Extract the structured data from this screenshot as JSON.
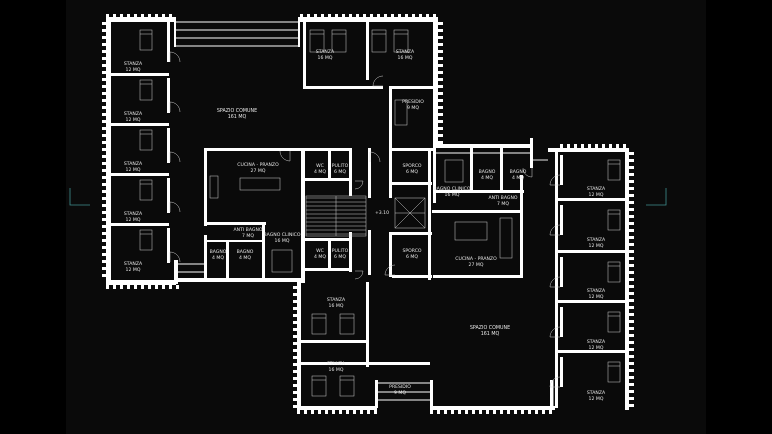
{
  "rooms": {
    "spazio_comune_1": {
      "name": "SPAZIO COMUNE",
      "area": "161 MQ"
    },
    "spazio_comune_2": {
      "name": "SPAZIO COMUNE",
      "area": "161 MQ"
    },
    "stanza_top_1": {
      "name": "STANZA",
      "area": "16 MQ"
    },
    "stanza_top_2": {
      "name": "STANZA",
      "area": "16 MQ"
    },
    "presidio_1": {
      "name": "PRESIDIO",
      "area": "9 MQ"
    },
    "presidio_2": {
      "name": "PRESIDIO",
      "area": "9 MQ"
    },
    "cucina_1": {
      "name": "CUCINA - PRANZO",
      "area": "27 MQ"
    },
    "cucina_2": {
      "name": "CUCINA - PRANZO",
      "area": "27 MQ"
    },
    "wc_1": {
      "name": "WC",
      "area": "4 MQ"
    },
    "wc_2": {
      "name": "WC",
      "area": "4 MQ"
    },
    "pulito_1": {
      "name": "PULITO",
      "area": "6 MQ"
    },
    "pulito_2": {
      "name": "PULITO",
      "area": "6 MQ"
    },
    "sporco_1": {
      "name": "SPORCO",
      "area": "6 MQ"
    },
    "sporco_2": {
      "name": "SPORCO",
      "area": "6 MQ"
    },
    "bagno_clinico_1": {
      "name": "BAGNO CLINICO",
      "area": "16 MQ"
    },
    "bagno_clinico_2": {
      "name": "BAGNO CLINICO",
      "area": "16 MQ"
    },
    "antibagno_1": {
      "name": "ANTI BAGNO",
      "area": "7 MQ"
    },
    "antibagno_2": {
      "name": "ANTI BAGNO",
      "area": "7 MQ"
    },
    "bagno_l1": {
      "name": "BAGNO",
      "area": "4 MQ"
    },
    "bagno_l2": {
      "name": "BAGNO",
      "area": "4 MQ"
    },
    "bagno_r1": {
      "name": "BAGNO",
      "area": "4 MQ"
    },
    "bagno_r2": {
      "name": "BAGNO",
      "area": "4 MQ"
    },
    "stanza_mid_1": {
      "name": "STANZA",
      "area": "16 MQ"
    },
    "stanza_mid_2": {
      "name": "STANZA",
      "area": "16 MQ"
    }
  },
  "left_stanze": [
    {
      "name": "STANZA",
      "area": "12 MQ"
    },
    {
      "name": "STANZA",
      "area": "12 MQ"
    },
    {
      "name": "STANZA",
      "area": "12 MQ"
    },
    {
      "name": "STANZA",
      "area": "12 MQ"
    },
    {
      "name": "STANZA",
      "area": "12 MQ"
    }
  ],
  "right_stanze": [
    {
      "name": "STANZA",
      "area": "12 MQ"
    },
    {
      "name": "STANZA",
      "area": "12 MQ"
    },
    {
      "name": "STANZA",
      "area": "12 MQ"
    },
    {
      "name": "STANZA",
      "area": "12 MQ"
    },
    {
      "name": "STANZA",
      "area": "12 MQ"
    }
  ],
  "level_mark": "+3.10",
  "colors": {
    "background": "#0a0a0a",
    "walls": "#ffffff",
    "text": "#e8e8e8"
  }
}
